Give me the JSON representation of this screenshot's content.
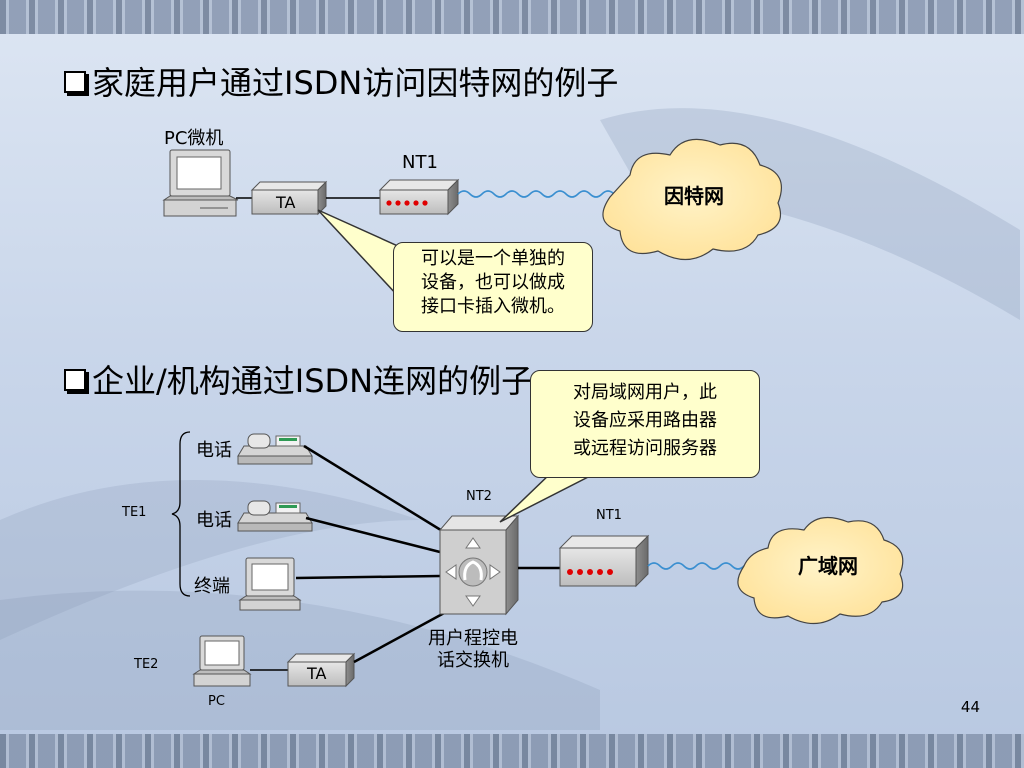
{
  "slide": {
    "title1": "家庭用户通过ISDN访问因特网的例子",
    "title2": "企业/机构通过ISDN连网的例子",
    "page_number": "44"
  },
  "home": {
    "pc_label": "PC微机",
    "ta_label": "TA",
    "nt1_label": "NT1",
    "cloud_label": "因特网",
    "callout": [
      "可以是一个单独的",
      "设备，也可以做成",
      "接口卡插入微机。"
    ]
  },
  "enterprise": {
    "phone1_label": "电话",
    "phone2_label": "电话",
    "terminal_label": "终端",
    "te1_label": "TE1",
    "te2_label": "TE2",
    "pc_label": "PC",
    "ta_label": "TA",
    "nt2_label": "NT2",
    "nt1_label": "NT1",
    "pbx_label": [
      "用户程控电",
      "话交换机"
    ],
    "cloud_label": "广域网",
    "callout": [
      "对局域网用户，此",
      "设备应采用路由器",
      "或远程访问服务器"
    ]
  },
  "colors": {
    "led": "#e00000",
    "callout_fill": "#ffffcc",
    "cloud_fill": "#ffe9a8",
    "link_wave": "#3a8fd0"
  }
}
